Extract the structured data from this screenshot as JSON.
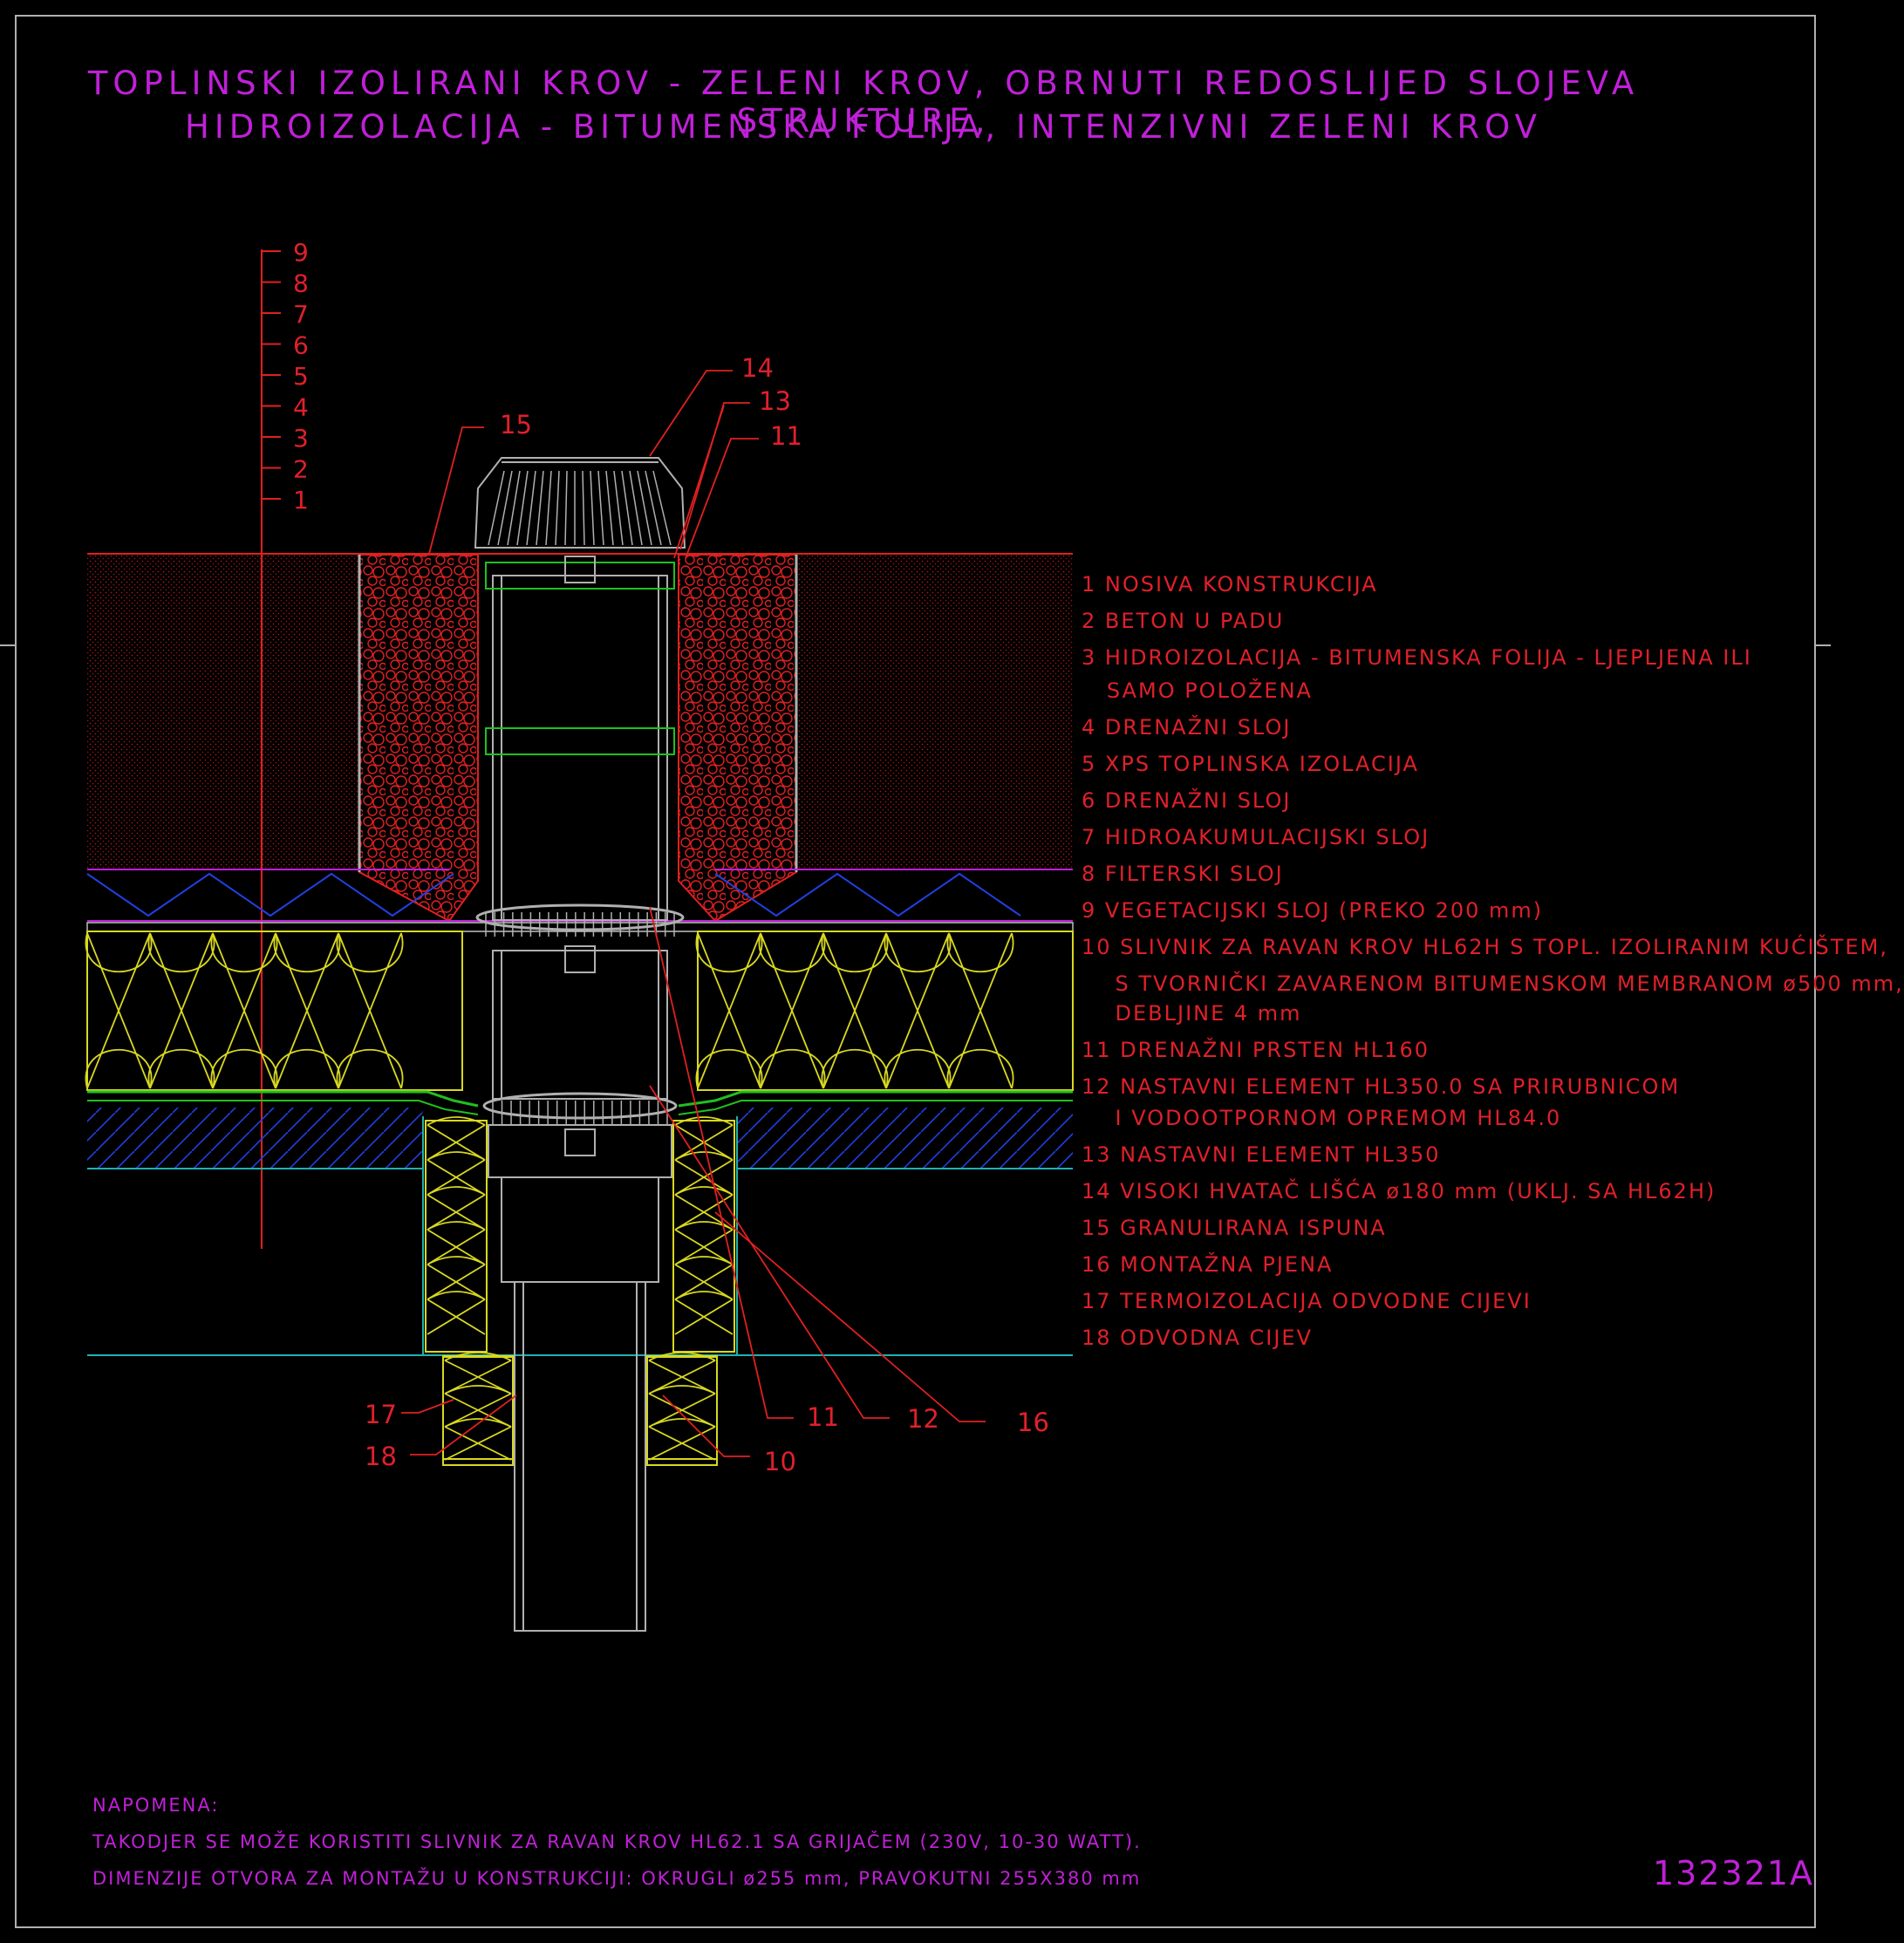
{
  "title": {
    "line1": "TOPLINSKI IZOLIRANI KROV - ZELENI KROV, OBRNUTI REDOSLIJED SLOJEVA STRUKTURE,",
    "line2": "HIDROIZOLACIJA - BITUMENSKA FOLIJA, INTENZIVNI ZELENI KROV"
  },
  "scale_labels": [
    "9",
    "8",
    "7",
    "6",
    "5",
    "4",
    "3",
    "2",
    "1"
  ],
  "callouts": {
    "c14": "14",
    "c13": "13",
    "c15": "15",
    "c11_top": "11",
    "c11_bottom": "11",
    "c12": "12",
    "c16": "16",
    "c17": "17",
    "c18": "18",
    "c10": "10"
  },
  "legend": [
    "1 NOSIVA KONSTRUKCIJA",
    "2 BETON U PADU",
    "3 HIDROIZOLACIJA - BITUMENSKA FOLIJA - LJEPLJENA ILI",
    "   SAMO POLOŽENA",
    "4 DRENAŽNI SLOJ",
    "5 XPS TOPLINSKA IZOLACIJA",
    "6 DRENAŽNI SLOJ",
    "7 HIDROAKUMULACIJSKI SLOJ",
    "8 FILTERSKI SLOJ",
    "9 VEGETACIJSKI SLOJ (PREKO 200 mm)",
    "10 SLIVNIK ZA RAVAN KROV HL62H S TOPL. IZOLIRANIM KUĆIŠTEM,",
    "    S TVORNIČKI ZAVARENOM BITUMENSKOM MEMBRANOM ø500 mm,",
    "    DEBLJINE 4 mm",
    "11 DRENAŽNI PRSTEN HL160",
    "12 NASTAVNI ELEMENT HL350.0 SA PRIRUBNICOM",
    "    I VODOOTPORNOM OPREMOM HL84.0",
    "13 NASTAVNI ELEMENT HL350",
    "14 VISOKI HVATAČ LIŠĆA ø180 mm (UKLJ. SA HL62H)",
    "15 GRANULIRANA ISPUNA",
    "16 MONTAŽNA PJENA",
    "17 TERMOIZOLACIJA ODVODNE CIJEVI",
    "18 ODVODNA CIJEV"
  ],
  "notes": {
    "heading": "NAPOMENA:",
    "line1": "TAKODJER SE MOŽE KORISTITI SLIVNIK ZA RAVAN KROV HL62.1 SA GRIJAČEM (230V, 10-30 WATT).",
    "line2": "DIMENZIJE OTVORA ZA MONTAŽU U KONSTRUKCIJI: OKRUGLI ø255 mm, PRAVOKUTNI 255X380 mm"
  },
  "drawing_code": "132321A",
  "colors": {
    "background": "#000000",
    "title": "#c020d8",
    "legend_text": "#e0202a",
    "insulation": "#d8d820",
    "substrate": "#20b0b0",
    "membrane": "#20c020",
    "filter": "#2040e0",
    "frame": "#b0b0b0"
  }
}
